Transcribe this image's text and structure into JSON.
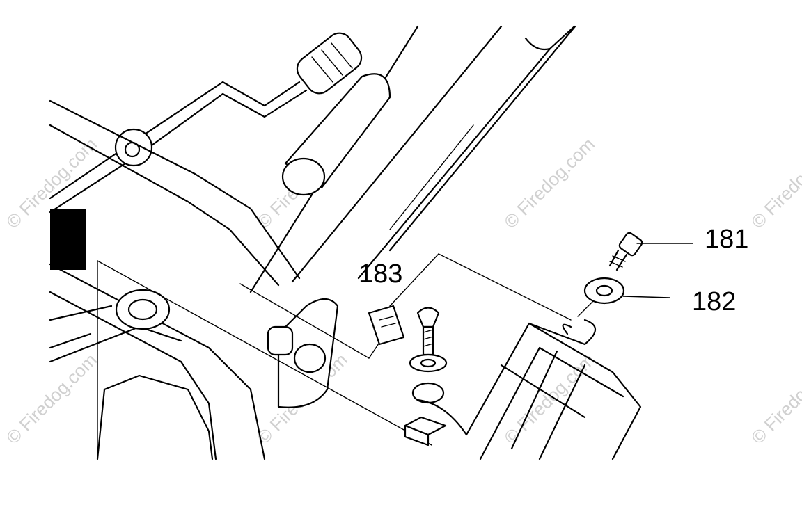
{
  "watermark": {
    "text": "© Firedog.com",
    "color": "#d0d0d0"
  },
  "callouts": [
    {
      "id": "181",
      "label": "181"
    },
    {
      "id": "182",
      "label": "182"
    },
    {
      "id": "183",
      "label": "183"
    }
  ]
}
